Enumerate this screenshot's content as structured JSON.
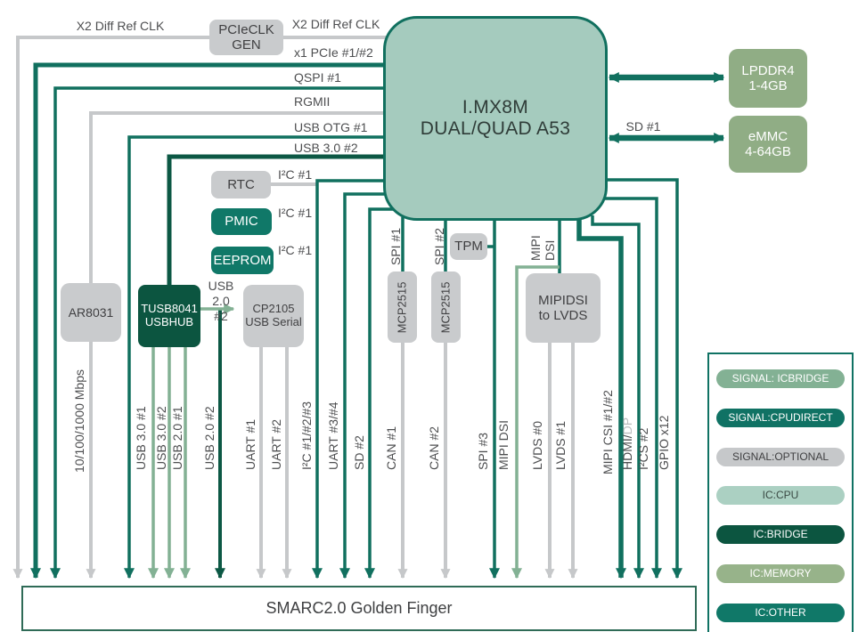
{
  "cpu": {
    "label": "I.MX8M\nDUAL/QUAD A53"
  },
  "memory": {
    "lpddr4": "LPDDR4\n1-4GB",
    "emmc": "eMMC\n4-64GB",
    "sd_bus": "SD #1"
  },
  "clockgen": {
    "label": "PCIeCLK\nGEN",
    "left_signal": "X2 Diff Ref CLK",
    "right_signal": "X2 Diff Ref CLK"
  },
  "left_signals": {
    "pcie": "x1 PCIe #1/#2",
    "qspi": "QSPI #1",
    "rgmii": "RGMII",
    "usb_otg": "USB OTG #1",
    "usb30_2": "USB 3.0 #2"
  },
  "i2c_devices": {
    "rtc": {
      "name": "RTC",
      "bus": "I²C #1"
    },
    "pmic": {
      "name": "PMIC",
      "bus": "I²C #1"
    },
    "eeprom": {
      "name": "EEPROM",
      "bus": "I²C #1"
    }
  },
  "ethernet": {
    "phy": "AR8031"
  },
  "usb": {
    "hub": "TUSB8041\nUSBHUB",
    "serial": "CP2105\nUSB Serial",
    "hub_to_serial": "USB 2.0\n#2"
  },
  "can": {
    "controller1": "MCP2515",
    "controller2": "MCP2515"
  },
  "security": {
    "tpm": "TPM"
  },
  "display": {
    "bridge": "MIPIDSI\nto LVDS",
    "input_line1": "MIPI",
    "input_line2": "DSI"
  },
  "spi_labels": {
    "spi1": "SPI #1",
    "spi2": "SPI #2"
  },
  "bottom_labels": [
    "10/100/1000 Mbps",
    "USB 3.0 #1",
    "USB 3.0 #2",
    "USB 2.0 #1",
    "USB 2.0 #2",
    "UART #1",
    "UART #2",
    "I²C #1/#2/#3",
    "UART #3/#4",
    "SD #2",
    "CAN #1",
    "CAN #2",
    "SPI #3",
    "MIPI DSI",
    "LVDS #0",
    "LVDS #1",
    "MIPI CSI #1/#2",
    "I²CS #2",
    "GPIO x12"
  ],
  "hdmi": {
    "main": "HDMI/",
    "optional": "DP"
  },
  "golden_finger": "SMARC2.0 Golden Finger",
  "legend": {
    "items": [
      {
        "label": "SIGNAL: ICBRIDGE",
        "color": "#83b194",
        "text_color": "#ffffff"
      },
      {
        "label": "SIGNAL:CPUDIRECT",
        "color": "#107264",
        "text_color": "#ffffff"
      },
      {
        "label": "SIGNAL:OPTIONAL",
        "color": "#c6c8ca",
        "text_color": "#404042"
      },
      {
        "label": "IC:CPU",
        "color": "#abd0c2",
        "text_color": "#3a4a44"
      },
      {
        "label": "IC:BRIDGE",
        "color": "#0c5540",
        "text_color": "#ffffff"
      },
      {
        "label": "IC:MEMORY",
        "color": "#97b38a",
        "text_color": "#ffffff"
      },
      {
        "label": "IC:OTHER",
        "color": "#107868",
        "text_color": "#ffffff"
      }
    ]
  },
  "colors": {
    "signal_icbridge": "#83b194",
    "signal_cpudirect": "#11705f",
    "signal_optional": "#c6c8ca",
    "ic_bridge_line": "#0c5844"
  }
}
